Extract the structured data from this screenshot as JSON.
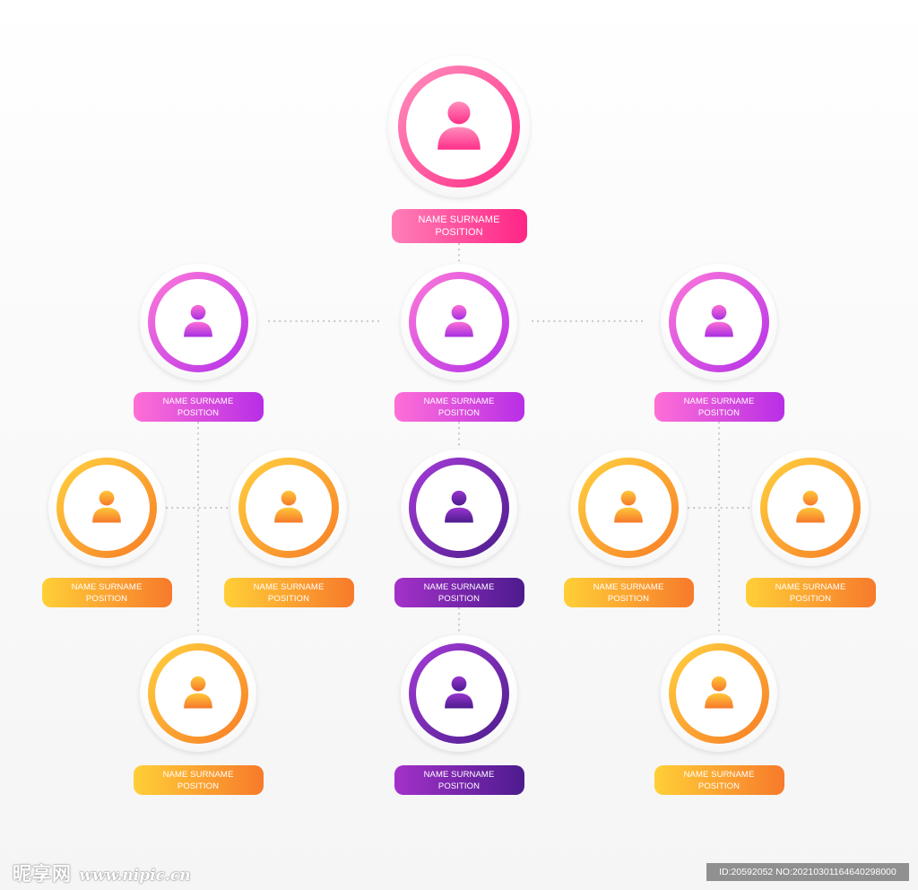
{
  "nodes": [
    {
      "id": "top",
      "name": "NAME SURNAME",
      "position": "POSITION",
      "theme": "hotpink"
    },
    {
      "id": "l2-left",
      "name": "NAME SURNAME",
      "position": "POSITION",
      "theme": "magenta"
    },
    {
      "id": "l2-center",
      "name": "NAME SURNAME",
      "position": "POSITION",
      "theme": "magenta"
    },
    {
      "id": "l2-right",
      "name": "NAME SURNAME",
      "position": "POSITION",
      "theme": "magenta"
    },
    {
      "id": "l3-1",
      "name": "NAME SURNAME",
      "position": "POSITION",
      "theme": "orange"
    },
    {
      "id": "l3-2",
      "name": "NAME SURNAME",
      "position": "POSITION",
      "theme": "orange"
    },
    {
      "id": "l3-center",
      "name": "NAME SURNAME",
      "position": "POSITION",
      "theme": "purple"
    },
    {
      "id": "l3-4",
      "name": "NAME SURNAME",
      "position": "POSITION",
      "theme": "orange"
    },
    {
      "id": "l3-5",
      "name": "NAME SURNAME",
      "position": "POSITION",
      "theme": "orange"
    },
    {
      "id": "l4-left",
      "name": "NAME SURNAME",
      "position": "POSITION",
      "theme": "orange"
    },
    {
      "id": "l4-center",
      "name": "NAME SURNAME",
      "position": "POSITION",
      "theme": "purple"
    },
    {
      "id": "l4-right",
      "name": "NAME SURNAME",
      "position": "POSITION",
      "theme": "orange"
    }
  ],
  "colors": {
    "hotpink": "#ff2e88",
    "magenta": "#c23ae6",
    "orange": "#f8962e",
    "purple": "#6a23a8",
    "connector": "#c8c8c8"
  },
  "icon": "person-icon",
  "watermark": {
    "brand": "昵享网",
    "url": "www.nipic.cn",
    "id_text": "ID:20592052 NO:20210301164640298000"
  }
}
